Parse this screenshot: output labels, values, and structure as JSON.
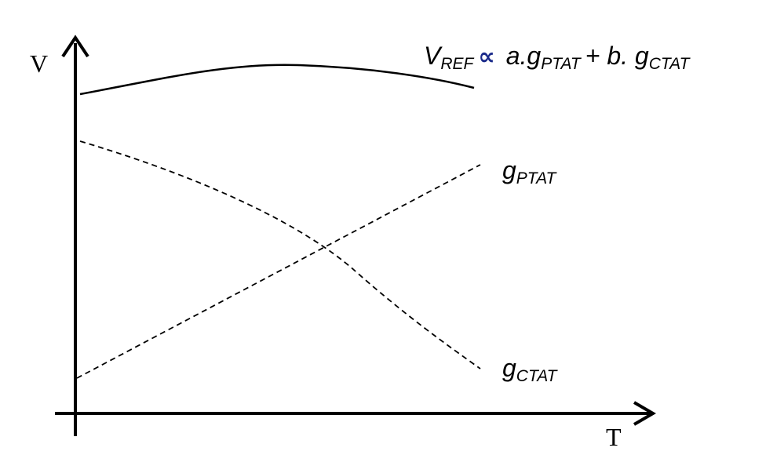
{
  "axes": {
    "y_label": "V",
    "x_label": "T"
  },
  "vref_eq": {
    "v": "V",
    "v_sub": "REF",
    "prop": "∝",
    "a": "a.g",
    "a_sub": "PTAT",
    "plus": "+ b. g",
    "b_sub": "CTAT"
  },
  "ptat_label": {
    "g": "g",
    "sub": "PTAT"
  },
  "ctat_label": {
    "g": "g",
    "sub": "CTAT"
  },
  "colors": {
    "ink": "#000000",
    "background": "#ffffff",
    "prop_symbol": "#1a2a8a"
  }
}
